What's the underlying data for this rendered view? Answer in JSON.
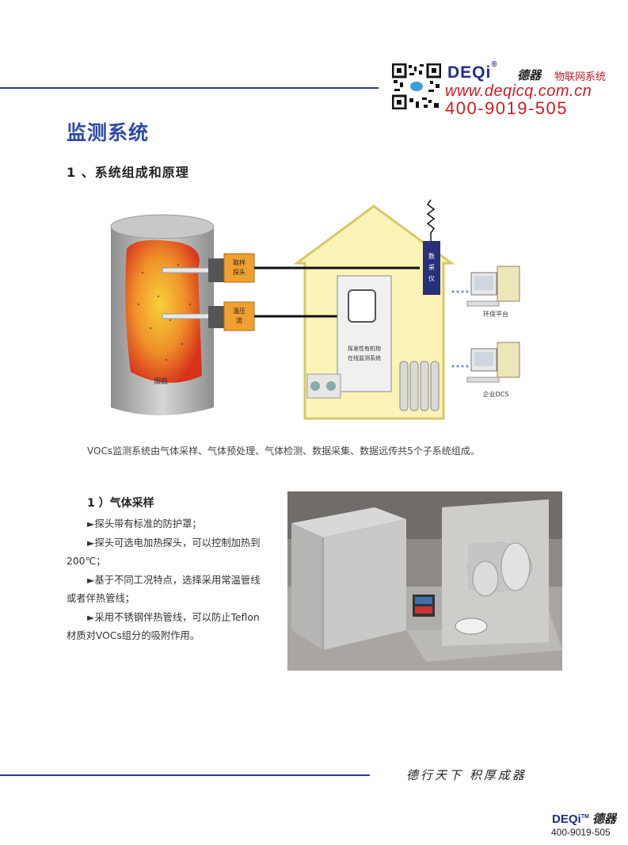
{
  "header": {
    "brand": "DEQi",
    "brand_cn": "德器",
    "iot": "物联网系统",
    "url": "www.deqicq.com.cn",
    "phone": "400-9019-505"
  },
  "page_title": "监测系统",
  "section_heading": "1 、系统组成和原理",
  "diagram": {
    "chimney": "烟囱",
    "probe": "取样探头",
    "temp": "温压流",
    "analyzer": "挥发性有机物在线监测系统",
    "collector": "数采仪",
    "env_platform": "环保平台",
    "dcs": "企业DCS"
  },
  "description": "VOCs监测系统由气体采样、气体预处理、气体检测、数据采集、数据远传共5个子系统组成。",
  "sampling": {
    "heading": "1 ）气体采样",
    "bullets": [
      "►探头带有标准的防护罩；",
      "►探头可选电加热探头，可以控制加热到200℃；",
      "►基于不同工况特点，选择采用常温管线或者伴热管线；",
      "►采用不锈钢伴热管线，可以防止Teflon材质对VOCs组分的吸附作用。"
    ]
  },
  "footer": {
    "motto": "德行天下 积厚成器",
    "brand": "DEQi",
    "tm": "TM",
    "brand_cn": "德器",
    "phone": "400-9019-505"
  }
}
